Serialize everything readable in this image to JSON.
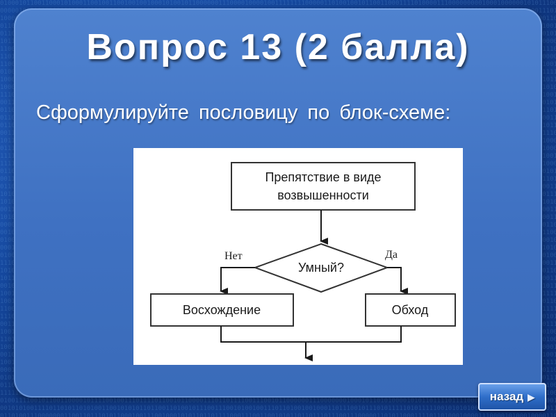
{
  "slide": {
    "title": "Вопрос 13 (2 балла)",
    "question": "Сформулируйте пословицу по блок-схеме:"
  },
  "flowchart": {
    "start_line1": "Препятствие в виде",
    "start_line2": "возвышенности",
    "decision": "Умный?",
    "label_no": "Нет",
    "label_yes": "Да",
    "left_action": "Восхождение",
    "right_action": "Обход"
  },
  "nav": {
    "back_label": "назад"
  }
}
